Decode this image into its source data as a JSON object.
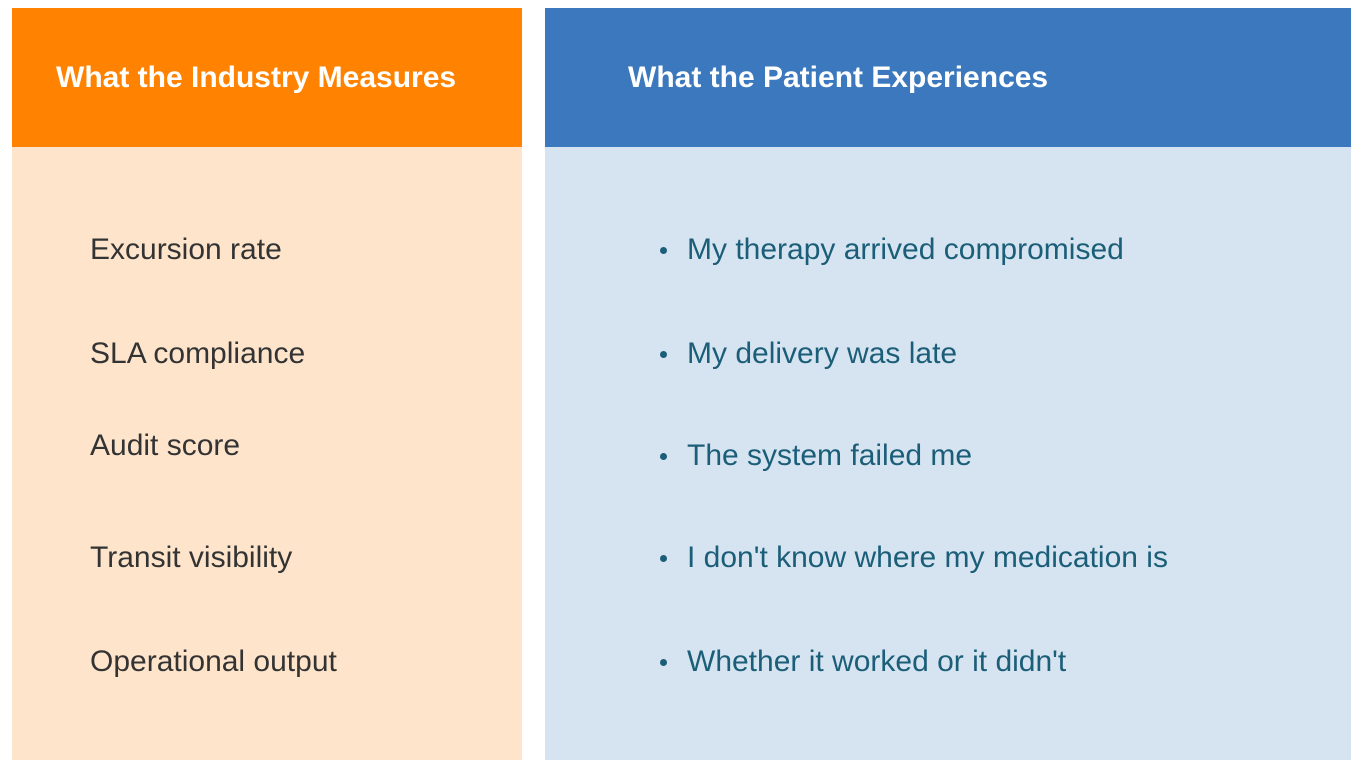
{
  "left": {
    "header": "What the Industry Measures",
    "items": [
      "Excursion rate",
      "SLA compliance",
      "Audit score",
      "Transit visibility",
      "Operational output"
    ]
  },
  "right": {
    "header": "What the Patient Experiences",
    "items": [
      "My therapy arrived compromised",
      "My delivery was late",
      "The system failed me",
      "I don't know where my medication is",
      "Whether it worked or it didn't"
    ]
  },
  "colors": {
    "left_header": "#ff8300",
    "left_body": "#fde4cb",
    "right_header": "#3b78bd",
    "right_body": "#d6e3f1",
    "right_text": "#1b5e78"
  }
}
